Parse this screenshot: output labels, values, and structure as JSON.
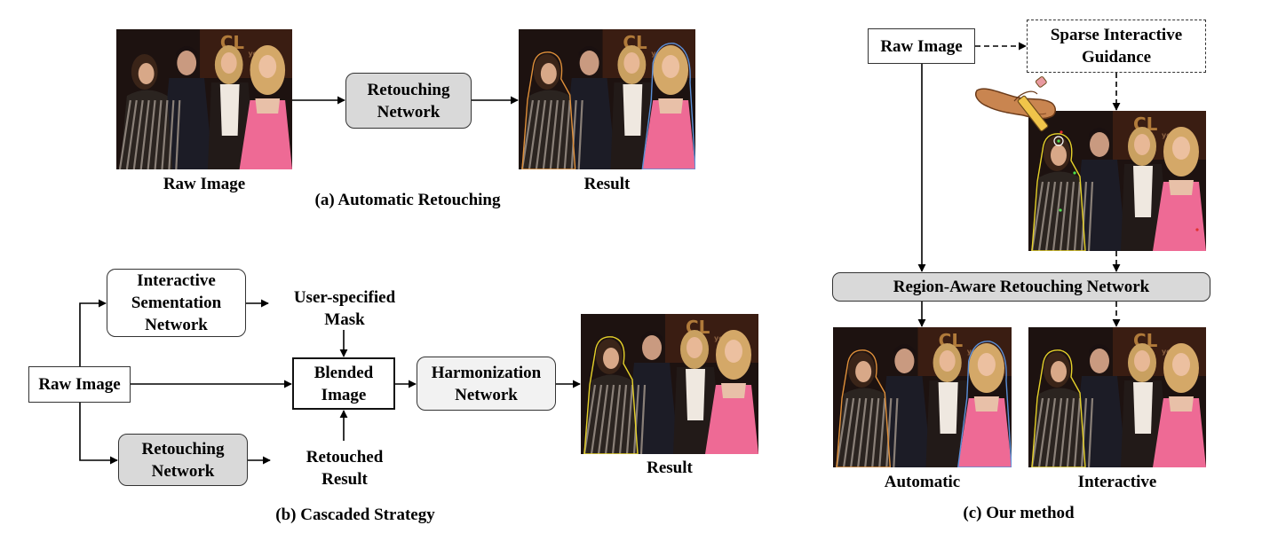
{
  "panel_a": {
    "input_label": "Raw Image",
    "network": [
      "Retouching",
      "Network"
    ],
    "output_label": "Result",
    "caption": "(a) Automatic Retouching"
  },
  "panel_b": {
    "input_box": "Raw Image",
    "segmentation_network": [
      "Interactive",
      "Sementation",
      "Network"
    ],
    "mask_label": [
      "User-specified",
      "Mask"
    ],
    "blended_image": [
      "Blended",
      "Image"
    ],
    "harmonization_network": [
      "Harmonization",
      "Network"
    ],
    "retouching_network": [
      "Retouching",
      "Network"
    ],
    "retouched_label": [
      "Retouched",
      "Result"
    ],
    "output_label": "Result",
    "caption": "(b) Cascaded Strategy"
  },
  "panel_c": {
    "input_box": "Raw Image",
    "guidance": [
      "Sparse Interactive",
      "Guidance"
    ],
    "network": "Region-Aware Retouching Network",
    "output_automatic": "Automatic",
    "output_interactive": "Interactive",
    "caption": "(c) Our method"
  },
  "colors": {
    "gray_fill": "#d9d9d9",
    "light_fill": "#f2f2f2",
    "mask_orange": "#e0903a",
    "mask_blue": "#5a8fd8",
    "mask_yellow": "#e6d22a"
  }
}
